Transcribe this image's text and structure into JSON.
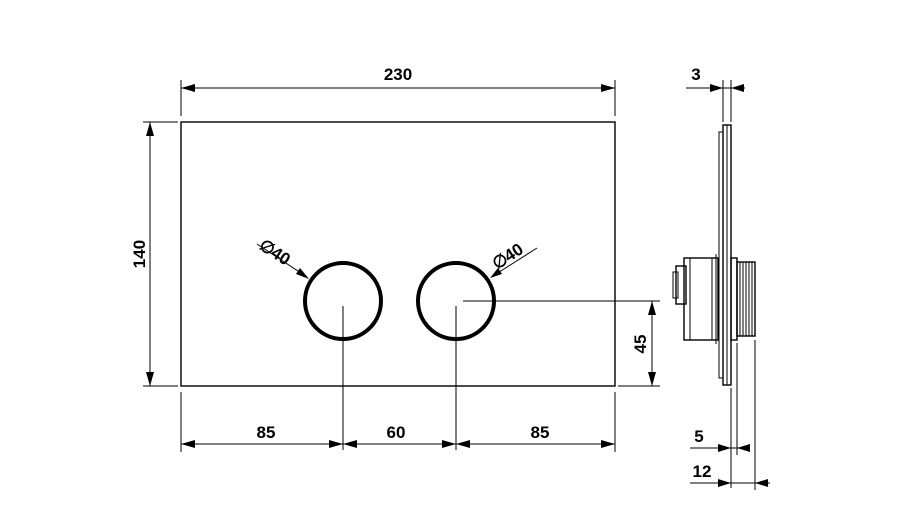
{
  "drawing": {
    "front_view": {
      "dimensions": {
        "width": "230",
        "height": "140",
        "button_center_height": "45",
        "left_offset": "85",
        "button_spacing": "60",
        "right_offset": "85",
        "button_diameter_left": "40",
        "button_diameter_right": "40"
      }
    },
    "side_view": {
      "dimensions": {
        "plate_thickness": "3",
        "projection": "5",
        "depth": "12"
      }
    },
    "diameter_symbol": "∅"
  }
}
